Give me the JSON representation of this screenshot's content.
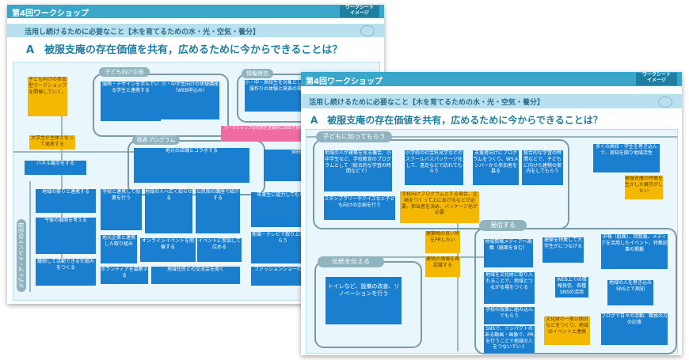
{
  "back_slide": {
    "header_title": "第4回ワークショップ",
    "header_tag": "ワークシート\nイメージ",
    "subtitle": "活用し続けるために必要なこと【木を育てるための水・光・空気・養分】",
    "question": "A　被服支庵の存在価値を共有，広めるために今からできることは？",
    "group_labels": [
      "子ども向け企画",
      "発表プログラム",
      "情報発信",
      "メディア・イベントの活用"
    ],
    "notes": [
      "子ども向けの参加型ワークショップを開催していく。",
      "服飾・デザインを学んでいる学生と連携する",
      "小・中学生向けの体験講座（WEB申込み）",
      "小・中・高校生を対象とした服作りの体験と発表の場",
      "ワークショップの内容を定期的にSNSで発信する",
      "大学生が主体となって発表する",
      "パネル展示をする",
      "地元の店舗とコラボする",
      "WEBサイトを作る",
      "地域の祭りと連携する",
      "今後の展開を考える",
      "学校と連携して授業を行う",
      "地域の人へ広く知らせる",
      "公民館の講座で紹介する",
      "卒業生に協力してもらう",
      "地元企業と連携した取り組み",
      "オンラインイベントを開催する",
      "イベントに参加して広める",
      "新聞・テレビで取り上げてもらう",
      "継続して活動できる仕組みをつくる",
      "ボランティアを募集する",
      "地域住民との交流会を開く",
      "ファッションショーの開催"
    ]
  },
  "front_slide": {
    "header_title": "第4回ワークショップ",
    "header_tag": "ワークシート\nイメージ",
    "subtitle": "活用し続けるために必要なこと【木を育てるための水・光・空気・養分】",
    "question": "A　被服支庵の存在価値を共有，広めるために今からできることは？",
    "group_labels": [
      "子どもに知ってもらう",
      "発信する",
      "伝統を伝える"
    ],
    "notes": [
      "地域の人が建築を見る機会、小中学生など、学校教育のプログラムとして（総合的な学習の時間などで）",
      "小学校の社会科見学などのスクールバスパッケージ化して、遠足などで訪れてもらう",
      "支援者向けにプログラムをつくり、WSメンバーから参加者を募る",
      "総合的な学習の時間などで、子どもに向けた建物の案内をしてもらう",
      "スタンプラリーやクイズなど子ども向けの企画を行う",
      "学校向けプログラムとする場合、企画をつくって上にあげるなどが必要。担当者を決め、パッケージ化が必要",
      "多くの高校・学生を巻き込んで、周知を図り地域活性",
      "被服支庵の特徴を生かした展示がしたい",
      "建築物の良い所をPRしたい",
      "建物の価値を再認識する",
      "地域情報メディアへ掲載（紙面を含む）",
      "建築を特集して大学生がにつなげる",
      "市報（紙面）、回覧板、メディアを活用したイベント、特集記事の掲載",
      "地域を文化財に取り入れることで、地域とつながる場をつくる",
      "WEB上での情報発信、各種SNSの活用",
      "学校の授業に組み込んでもらう",
      "地域の人を巻き込みSNS上で周知",
      "SNSで、インパクトのある動画・画像で、PRを行うことで地域の人をつないでいく",
      "文化財の一般公開日などをつくり、地域のイベントと連携",
      "ブログで日々の活動、職員の方の記事",
      "トイレなど、設備の改善、リノベーションを行う"
    ]
  }
}
